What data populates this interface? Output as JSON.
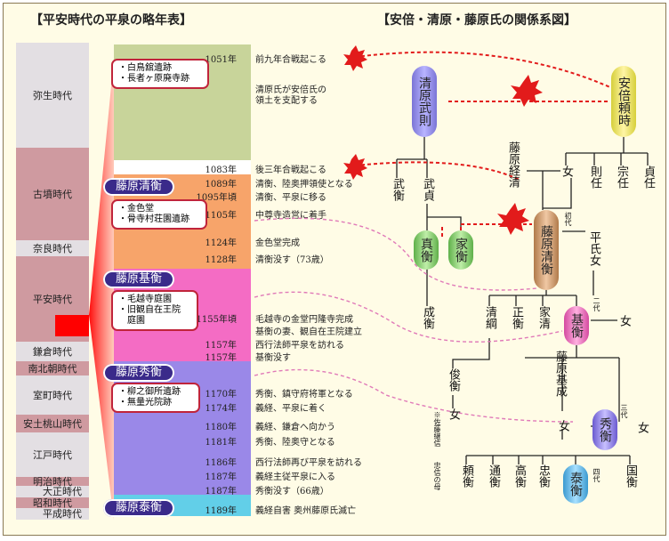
{
  "titles": {
    "left": "【平安時代の平泉の略年表】",
    "right": "【安倍・清原・藤原氏の関係系図】"
  },
  "eras": [
    "弥生時代",
    "古墳時代",
    "奈良時代",
    "平安時代",
    "鎌倉時代",
    "南北朝時代",
    "室町時代",
    "安土桃山時代",
    "江戸時代",
    "明治時代",
    "大正時代",
    "昭和時代",
    "平成時代"
  ],
  "timeline": [
    {
      "year": "1051年",
      "event": "前九年合戦起こる"
    },
    {
      "year": "",
      "event": "清原氏が安倍氏の"
    },
    {
      "year": "",
      "event": "領土を支配する"
    },
    {
      "year": "1083年",
      "event": "後三年合戦起こる"
    },
    {
      "year": "1089年",
      "event": "清衡、陸奥押領使となる"
    },
    {
      "year": "1095年頃",
      "event": "清衡、平泉に移る"
    },
    {
      "year": "1105年",
      "event": "中尊寺造営に着手"
    },
    {
      "year": "1124年",
      "event": "金色堂完成"
    },
    {
      "year": "1128年",
      "event": "清衡没す（73歳）"
    },
    {
      "year": "1155年頃",
      "event": "毛越寺の金堂円隆寺完成"
    },
    {
      "year": "",
      "event": "基衡の妻、観自在王院建立"
    },
    {
      "year": "1157年",
      "event": "西行法師平泉を訪れる"
    },
    {
      "year": "1157年",
      "event": "基衡没す"
    },
    {
      "year": "1170年",
      "event": "秀衡、鎮守府将軍となる"
    },
    {
      "year": "1174年",
      "event": "義経、平泉に着く"
    },
    {
      "year": "1180年",
      "event": "義経、鎌倉へ向かう"
    },
    {
      "year": "1181年",
      "event": "秀衡、陸奥守となる"
    },
    {
      "year": "1186年",
      "event": "西行法師再び平泉を訪れる"
    },
    {
      "year": "1187年",
      "event": "義経主従平泉に入る"
    },
    {
      "year": "1187年",
      "event": "秀衡没す（66歳）"
    },
    {
      "year": "1189年",
      "event": "義経自害 奥州藤原氏滅亡"
    }
  ],
  "rulers": [
    "藤原清衡",
    "藤原基衡",
    "藤原秀衡",
    "藤原泰衡"
  ],
  "sites": [
    [
      "・白鳥舘遺跡",
      "・長者ヶ原廃寺跡"
    ],
    [
      "・金色堂",
      "・骨寺村荘園遺跡"
    ],
    [
      "・毛越寺庭園",
      "・旧観自在王院",
      "　庭園"
    ],
    [
      "・柳之御所遺跡",
      "・無量光院跡"
    ]
  ],
  "tree": {
    "pills": {
      "takenori": "清原武則",
      "yoritoki": "安倍頼時",
      "sanehira": "真衡",
      "iehira": "家衡",
      "kiyohira": "藤原清衡",
      "motohira": "基衡",
      "hidehira": "秀衡",
      "yasuhira": "泰衡"
    },
    "names": {
      "tsunekiyo": "藤原経清",
      "onna1": "女",
      "norito": "則任",
      "muneto": "宗任",
      "sadato": "貞任",
      "takehira": "武衡",
      "takesada": "武貞",
      "taira_onna": "平氏女",
      "narihira": "成衡",
      "kiyotsuna": "清綱",
      "masahira": "正衡",
      "iekiyo": "家清",
      "onna2": "女",
      "toshihira": "俊衡",
      "onna3": "女",
      "motonari": "藤原基成",
      "onna4": "女",
      "onna5": "女",
      "yorihira": "頼衡",
      "michihira": "通衡",
      "takahira": "高衡",
      "tadahira": "忠衡",
      "kunihira": "国衡"
    },
    "notes": {
      "first": "初代",
      "second": "二代",
      "third": "三代",
      "fourth": "四代",
      "note1": "※佐藤継信",
      "note2": "忠信の母"
    }
  },
  "colors": {
    "fan": "#ff0000",
    "ruler_tag": "#3a2a8a",
    "frame": "#fffce6"
  }
}
